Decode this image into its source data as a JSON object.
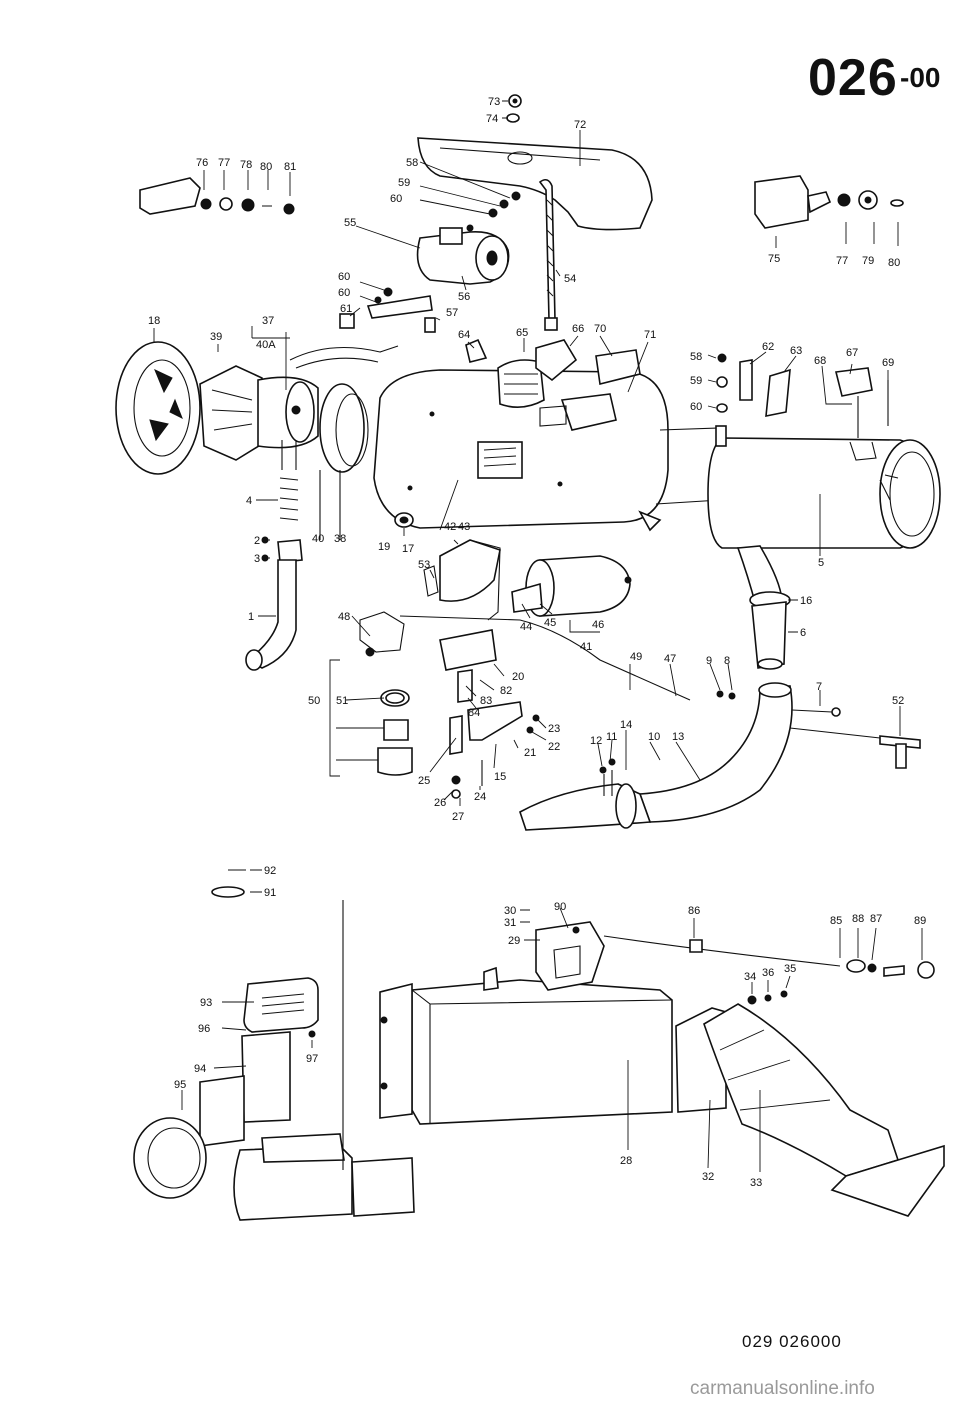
{
  "header": {
    "code": "026",
    "suffix": "-00"
  },
  "footer": {
    "ref": "029 026000",
    "watermark": "carmanualsonline.info"
  },
  "callouts": [
    {
      "t": "73"
    },
    {
      "t": "74"
    },
    {
      "t": "72"
    },
    {
      "t": "76"
    },
    {
      "t": "77"
    },
    {
      "t": "78"
    },
    {
      "t": "80"
    },
    {
      "t": "81"
    },
    {
      "t": "58"
    },
    {
      "t": "59"
    },
    {
      "t": "60"
    },
    {
      "t": "55"
    },
    {
      "t": "54"
    },
    {
      "t": "56"
    },
    {
      "t": "60"
    },
    {
      "t": "60"
    },
    {
      "t": "61"
    },
    {
      "t": "57"
    },
    {
      "t": "75"
    },
    {
      "t": "77"
    },
    {
      "t": "79"
    },
    {
      "t": "80"
    },
    {
      "t": "18"
    },
    {
      "t": "39"
    },
    {
      "t": "37"
    },
    {
      "t": "40A"
    },
    {
      "t": "64"
    },
    {
      "t": "65"
    },
    {
      "t": "66"
    },
    {
      "t": "70"
    },
    {
      "t": "71"
    },
    {
      "t": "58"
    },
    {
      "t": "59"
    },
    {
      "t": "60"
    },
    {
      "t": "62"
    },
    {
      "t": "63"
    },
    {
      "t": "68"
    },
    {
      "t": "67"
    },
    {
      "t": "69"
    },
    {
      "t": "4"
    },
    {
      "t": "2"
    },
    {
      "t": "3"
    },
    {
      "t": "40"
    },
    {
      "t": "38"
    },
    {
      "t": "19"
    },
    {
      "t": "17"
    },
    {
      "t": "42"
    },
    {
      "t": "43"
    },
    {
      "t": "5"
    },
    {
      "t": "53"
    },
    {
      "t": "16"
    },
    {
      "t": "6"
    },
    {
      "t": "1"
    },
    {
      "t": "48"
    },
    {
      "t": "44"
    },
    {
      "t": "45"
    },
    {
      "t": "46"
    },
    {
      "t": "41"
    },
    {
      "t": "49"
    },
    {
      "t": "47"
    },
    {
      "t": "9"
    },
    {
      "t": "8"
    },
    {
      "t": "20"
    },
    {
      "t": "82"
    },
    {
      "t": "83"
    },
    {
      "t": "84"
    },
    {
      "t": "7"
    },
    {
      "t": "52"
    },
    {
      "t": "50"
    },
    {
      "t": "51"
    },
    {
      "t": "14"
    },
    {
      "t": "23"
    },
    {
      "t": "22"
    },
    {
      "t": "21"
    },
    {
      "t": "12"
    },
    {
      "t": "11"
    },
    {
      "t": "10"
    },
    {
      "t": "13"
    },
    {
      "t": "25"
    },
    {
      "t": "15"
    },
    {
      "t": "26"
    },
    {
      "t": "24"
    },
    {
      "t": "27"
    },
    {
      "t": "92"
    },
    {
      "t": "91"
    },
    {
      "t": "30"
    },
    {
      "t": "31"
    },
    {
      "t": "90"
    },
    {
      "t": "29"
    },
    {
      "t": "86"
    },
    {
      "t": "85"
    },
    {
      "t": "88"
    },
    {
      "t": "87"
    },
    {
      "t": "89"
    },
    {
      "t": "34"
    },
    {
      "t": "36"
    },
    {
      "t": "35"
    },
    {
      "t": "93"
    },
    {
      "t": "96"
    },
    {
      "t": "97"
    },
    {
      "t": "94"
    },
    {
      "t": "95"
    },
    {
      "t": "28"
    },
    {
      "t": "32"
    },
    {
      "t": "33"
    }
  ]
}
